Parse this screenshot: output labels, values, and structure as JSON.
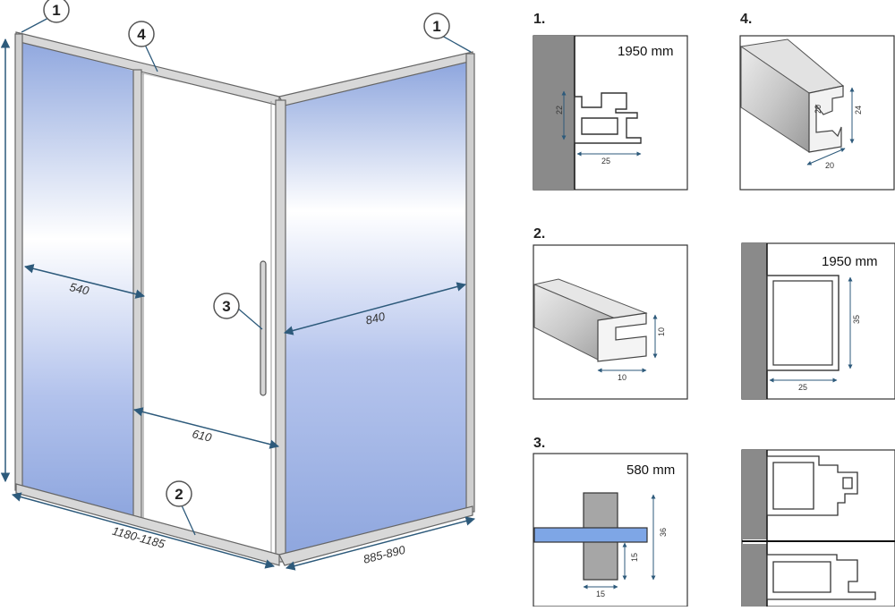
{
  "main": {
    "callouts": [
      "1",
      "4",
      "1",
      "3",
      "2"
    ],
    "dimensions": {
      "fixed_width": "540",
      "door_opening": "610",
      "side_width": "840",
      "front_total": "1180-1185",
      "side_total": "885-890"
    }
  },
  "details": {
    "d1": {
      "number": "1.",
      "length": "1950 mm",
      "height": "22",
      "width": "25"
    },
    "d2": {
      "number": "2.",
      "height": "10",
      "width": "10"
    },
    "d3": {
      "number": "3.",
      "length": "580 mm",
      "total_height": "36",
      "inner_height": "15",
      "width": "15"
    },
    "d4": {
      "number": "4.",
      "top_dim": "20",
      "height": "24",
      "depth": "20"
    },
    "d5": {
      "length": "1950 mm",
      "height": "35",
      "width": "25"
    }
  },
  "colors": {
    "glass_blue": "#93a9df",
    "frame": "#777777",
    "dimension_line": "#2d5a7b",
    "wall": "#8a8a8a"
  }
}
